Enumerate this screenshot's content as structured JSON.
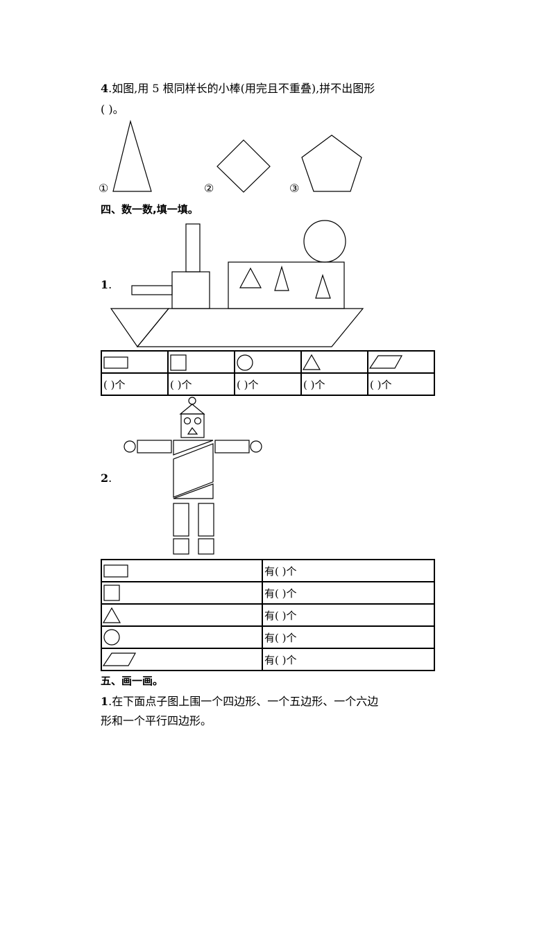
{
  "q4": {
    "line1_num": "4",
    "line1_text": ".如图,用 5 根同样长的小棒(用完且不重叠),拼不出图形",
    "line2_text": "(        )。",
    "options": [
      "①",
      "②",
      "③"
    ]
  },
  "section4": {
    "heading": "四、数一数,填一填。",
    "item1": {
      "num": "1",
      "dot": "."
    },
    "table1": {
      "shapes": [
        "rectangle-icon",
        "square-icon",
        "circle-icon",
        "triangle-icon",
        "parallelogram-icon"
      ],
      "counts": [
        "(        )个",
        "(        )个",
        "(        )个",
        "(        )个",
        "(        )个"
      ]
    },
    "item2": {
      "num": "2",
      "dot": "."
    },
    "table2": {
      "rows": [
        {
          "shape": "rectangle-icon",
          "label": "有(        )个"
        },
        {
          "shape": "square-icon",
          "label": "有(        )个"
        },
        {
          "shape": "triangle-icon",
          "label": "有(        )个"
        },
        {
          "shape": "circle-icon",
          "label": "有(        )个"
        },
        {
          "shape": "parallelogram-icon",
          "label": "有(        )个"
        }
      ]
    }
  },
  "section5": {
    "heading": "五、画一画。",
    "item1_num": "1",
    "item1_line1": ".在下面点子图上围一个四边形、一个五边形、一个六边",
    "item1_line2": "形和一个平行四边形。"
  }
}
